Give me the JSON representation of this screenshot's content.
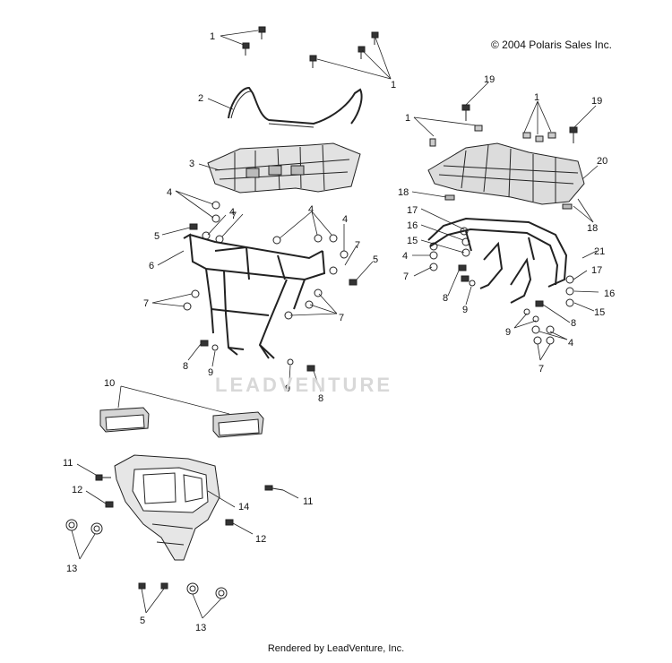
{
  "copyright": "© 2004 Polaris Sales Inc.",
  "footer": "Rendered by LeadVenture, Inc.",
  "watermark": "LEADVENTURE",
  "callouts": {
    "c1a": "1",
    "c1b": "1",
    "c1c": "1",
    "c1d": "1",
    "c2": "2",
    "c3": "3",
    "c4a": "4",
    "c4b": "4",
    "c4c": "4",
    "c4d": "4",
    "c4e": "4",
    "c4f": "4",
    "c5a": "5",
    "c5b": "5",
    "c5c": "5",
    "c6": "6",
    "c7a": "7",
    "c7b": "7",
    "c7c": "7",
    "c7d": "7",
    "c7e": "7",
    "c7f": "7",
    "c7g": "7",
    "c8a": "8",
    "c8b": "8",
    "c8c": "8",
    "c8d": "8",
    "c9a": "9",
    "c9b": "9",
    "c9c": "9",
    "c9d": "9",
    "c10": "10",
    "c11a": "11",
    "c11b": "11",
    "c12a": "12",
    "c12b": "12",
    "c13a": "13",
    "c13b": "13",
    "c14": "14",
    "c15a": "15",
    "c15b": "15",
    "c16a": "16",
    "c16b": "16",
    "c17a": "17",
    "c17b": "17",
    "c18a": "18",
    "c18b": "18",
    "c19a": "19",
    "c19b": "19",
    "c20": "20",
    "c21": "21"
  }
}
